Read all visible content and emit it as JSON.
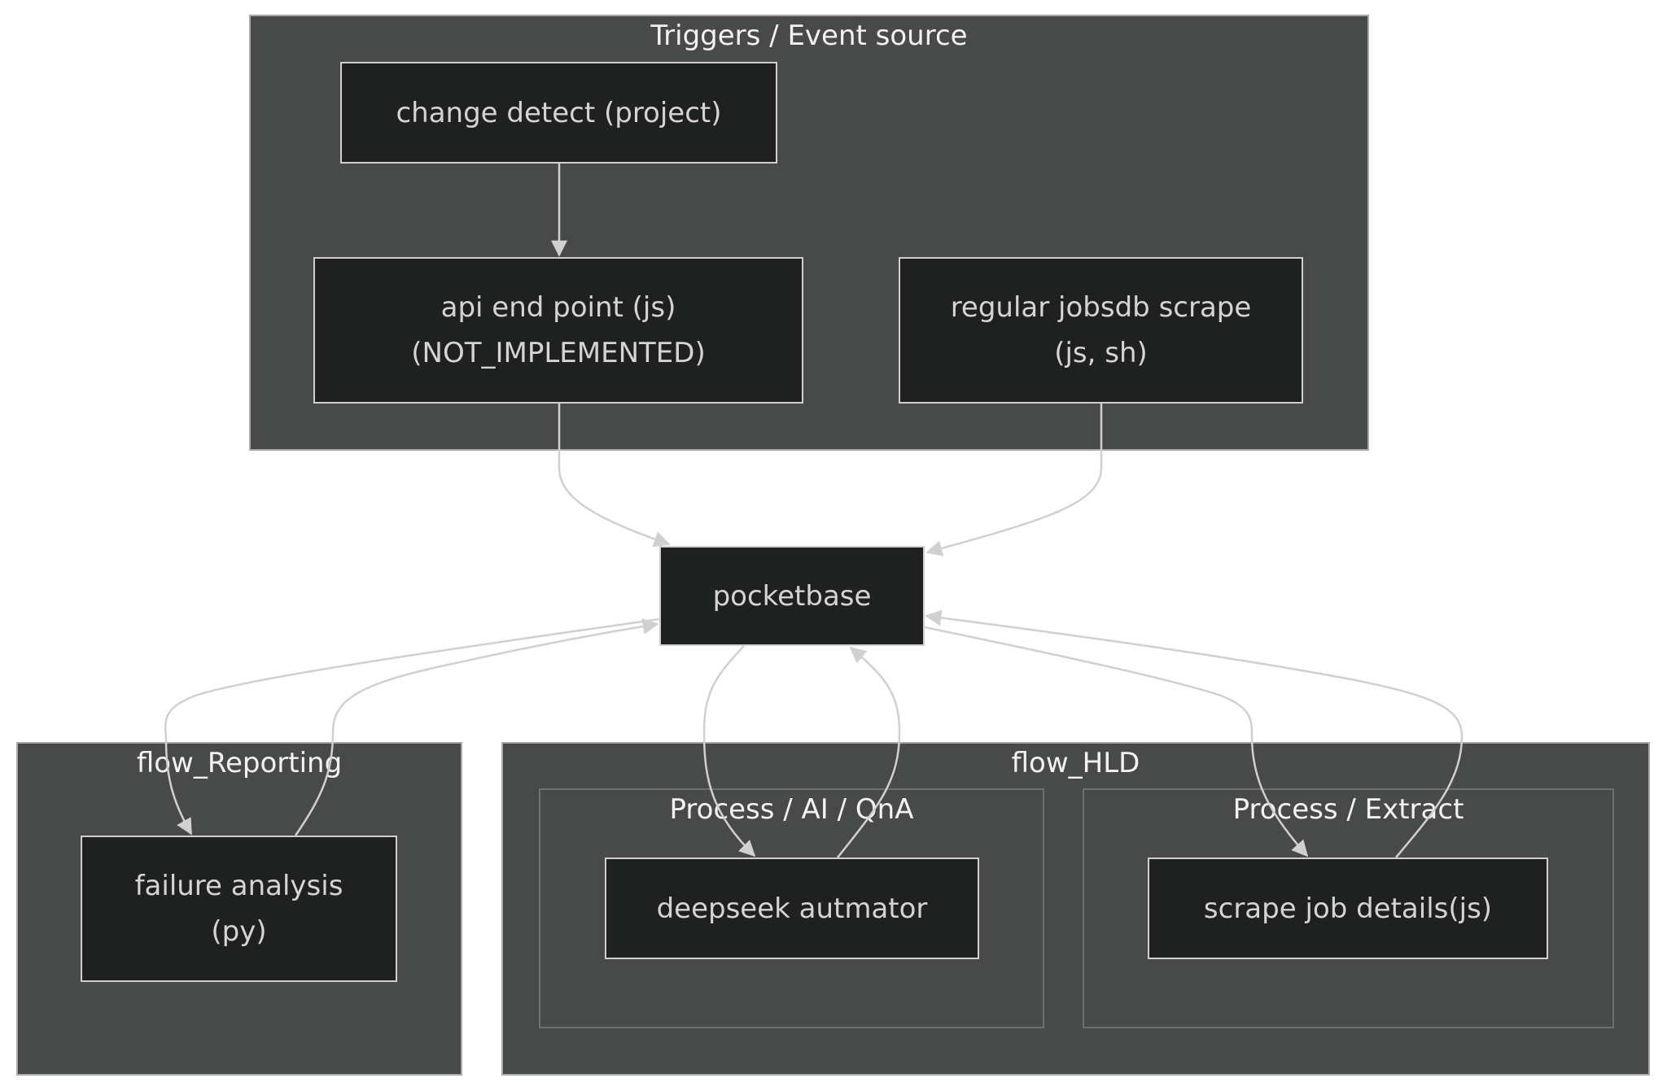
{
  "clusters": {
    "triggers": {
      "title": "Triggers / Event source"
    },
    "reporting": {
      "title": "flow_Reporting"
    },
    "hld": {
      "title": "flow_HLD"
    },
    "ai_qna": {
      "title": "Process / AI / QnA"
    },
    "extract": {
      "title": "Process / Extract"
    }
  },
  "nodes": {
    "change_detect": {
      "lines": [
        "change detect (project)"
      ]
    },
    "api_endpoint": {
      "lines": [
        "api end point (js)",
        "(NOT_IMPLEMENTED)"
      ]
    },
    "jobsdb_scrape": {
      "lines": [
        "regular jobsdb scrape",
        "(js, sh)"
      ]
    },
    "pocketbase": {
      "lines": [
        "pocketbase"
      ]
    },
    "failure_analysis": {
      "lines": [
        "failure analysis",
        "(py)"
      ]
    },
    "deepseek": {
      "lines": [
        "deepseek autmator"
      ]
    },
    "scrape_details": {
      "lines": [
        "scrape job details(js)"
      ]
    }
  },
  "edges": [
    {
      "from": "change_detect",
      "to": "api_endpoint"
    },
    {
      "from": "api_endpoint",
      "to": "pocketbase"
    },
    {
      "from": "jobsdb_scrape",
      "to": "pocketbase"
    },
    {
      "from": "pocketbase",
      "to": "failure_analysis"
    },
    {
      "from": "failure_analysis",
      "to": "pocketbase"
    },
    {
      "from": "pocketbase",
      "to": "deepseek"
    },
    {
      "from": "deepseek",
      "to": "pocketbase"
    },
    {
      "from": "pocketbase",
      "to": "scrape_details"
    },
    {
      "from": "scrape_details",
      "to": "pocketbase"
    }
  ],
  "colors": {
    "cluster_fill": "#484a49",
    "node_fill": "#1f2020",
    "edge": "#d0d0d0",
    "title_text": "#f2f2f2",
    "node_text": "#d4d4d4"
  }
}
